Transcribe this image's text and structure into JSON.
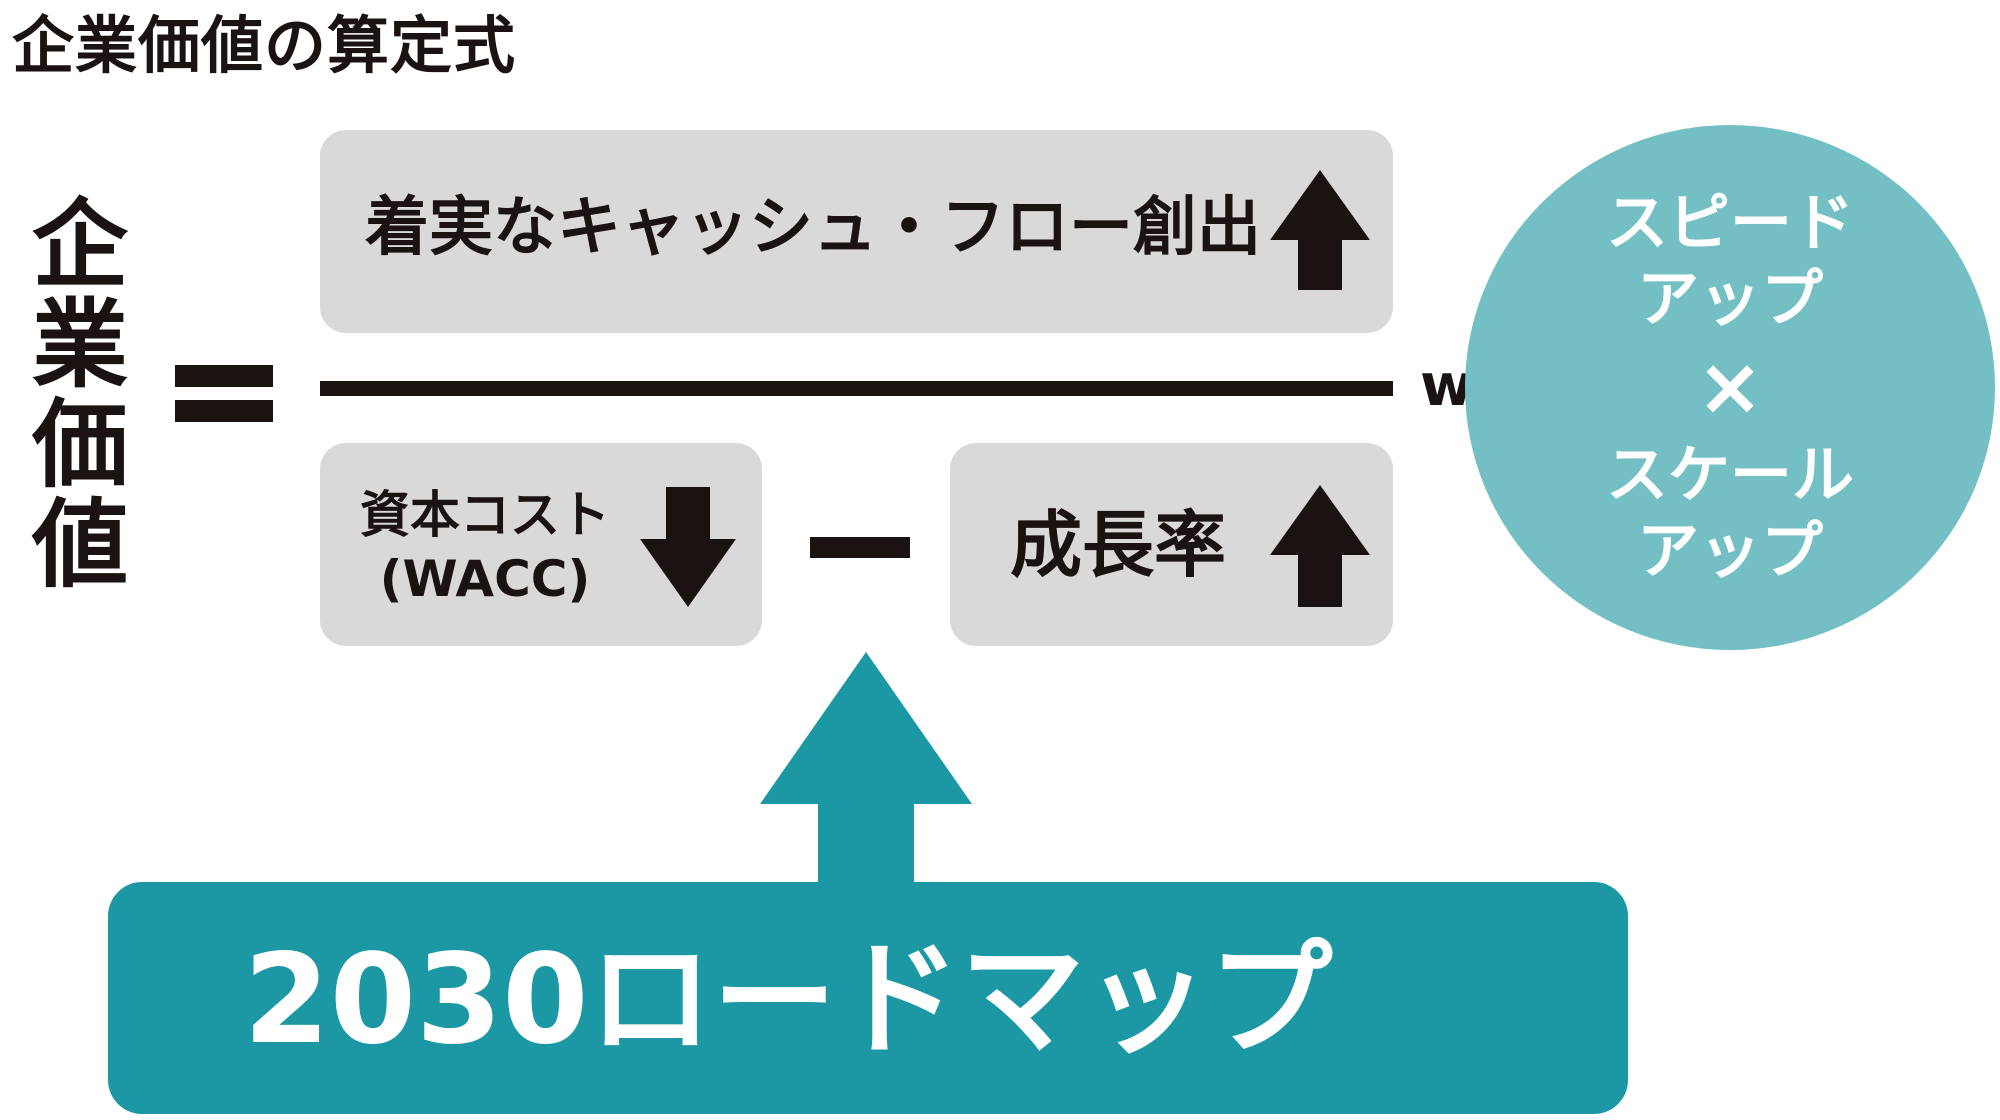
{
  "title": "企業価値の算定式",
  "lhs": "企業価値",
  "numerator": {
    "label": "着実なキャッシュ・フロー創出",
    "direction": "up"
  },
  "denominator": {
    "cost": {
      "line1": "資本コスト",
      "line2": "(WACC)",
      "direction": "down"
    },
    "operator": "－",
    "growth": {
      "label": "成長率",
      "direction": "up"
    }
  },
  "with_label": "with",
  "circle": {
    "lines": [
      "スピード",
      "アップ",
      "×",
      "スケール",
      "アップ"
    ]
  },
  "roadmap": {
    "label": "2030ロードマップ"
  },
  "colors": {
    "box_gray": "#d9d9d9",
    "teal_dark": "#1b98a3",
    "teal_light": "#73bfc4",
    "text_dark": "#1a1311"
  }
}
